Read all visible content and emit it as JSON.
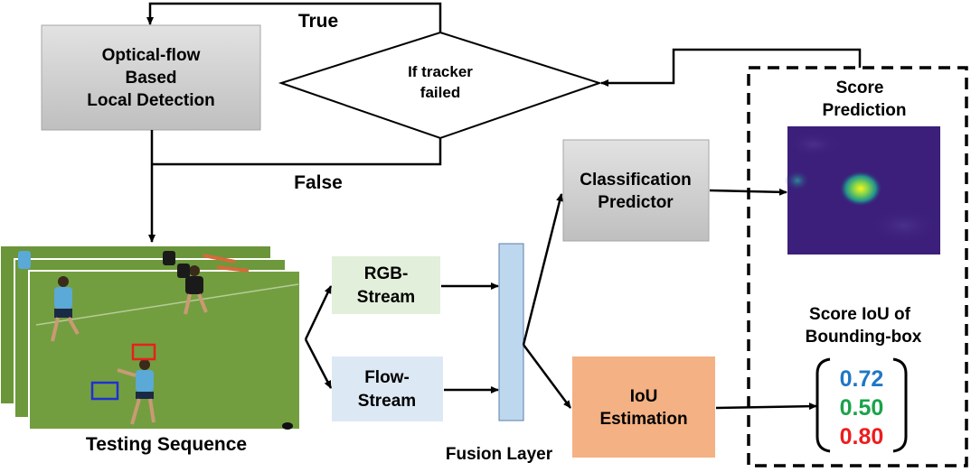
{
  "labels": {
    "true": "True",
    "false": "False",
    "decision": [
      "If tracker",
      "failed"
    ],
    "optical_flow": [
      "Optical-flow",
      "Based",
      "Local Detection"
    ],
    "classification": [
      "Classification",
      "Predictor"
    ],
    "rgb_stream": [
      "RGB-",
      "Stream"
    ],
    "flow_stream": [
      "Flow-",
      "Stream"
    ],
    "iou_estimation": [
      "IoU",
      "Estimation"
    ],
    "testing_sequence": "Testing Sequence",
    "fusion_layer": "Fusion Layer",
    "score_prediction": [
      "Score",
      "Prediction"
    ],
    "score_iou": [
      "Score IoU of",
      "Bounding-box"
    ]
  },
  "scores": [
    {
      "value": "0.72",
      "color": "#1f77c4"
    },
    {
      "value": "0.50",
      "color": "#1aa34a"
    },
    {
      "value": "0.80",
      "color": "#ee1c1c"
    }
  ],
  "colors": {
    "gray_box": "#d0d0d0",
    "rgb_box": "#e2efda",
    "flow_box": "#dde8f5",
    "iou_box": "#f4b183",
    "fusion_bar": "#bdd7ee",
    "field": "#6f9a3d",
    "heatmap_bg": "#3b1f7a",
    "heatmap_peak": "#f2f21a"
  }
}
